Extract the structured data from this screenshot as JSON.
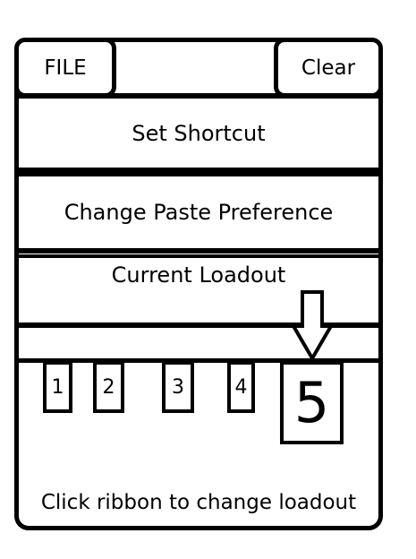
{
  "header": {
    "file_label": "FILE",
    "clear_label": "Clear"
  },
  "menu": {
    "set_shortcut": "Set Shortcut",
    "change_paste_preference": "Change Paste Preference",
    "current_loadout": "Current Loadout"
  },
  "loadouts": [
    "1",
    "2",
    "3",
    "4",
    "5"
  ],
  "selected_loadout": "5",
  "footer": {
    "hint": "Click ribbon to change loadout"
  }
}
